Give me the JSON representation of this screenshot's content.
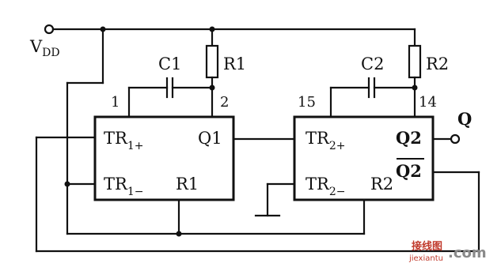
{
  "supply": {
    "label_main": "V",
    "label_sub": "DD"
  },
  "components": {
    "c1": "C1",
    "r1": "R1",
    "c2": "C2",
    "r2": "R2"
  },
  "pins": {
    "p1": "1",
    "p2": "2",
    "p15": "15",
    "p14": "14"
  },
  "ic1": {
    "tr_plus_main": "TR",
    "tr_plus_sub": "1+",
    "tr_minus_main": "TR",
    "tr_minus_sub": "1−",
    "reset": "R1",
    "output": "Q1"
  },
  "ic2": {
    "tr_plus_main": "TR",
    "tr_plus_sub": "2+",
    "tr_minus_main": "TR",
    "tr_minus_sub": "2−",
    "reset": "R2",
    "output": "Q2",
    "output_bar": "Q2"
  },
  "output_label": "Q",
  "watermark": {
    "site_cn": "接线图",
    "site_en": "jiexiantu",
    "tld": ".com"
  }
}
